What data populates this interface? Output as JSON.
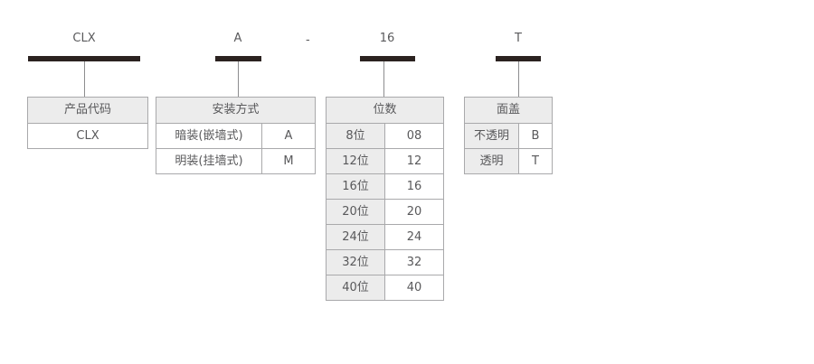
{
  "diagram": {
    "kind": "product-code-breakdown",
    "example_code": "CLX A - 16 T",
    "colors": {
      "bar": "#2b2220",
      "stem": "#8d8d8f",
      "table_border": "#a9a9ab",
      "header_fill": "#ececec",
      "cell_fill": "#ececec",
      "text": "#59595b",
      "background": "#ffffff"
    },
    "separator": "-",
    "segments": [
      {
        "id": "product-code",
        "code": "CLX",
        "header": "产品代码",
        "single_column": true,
        "rows": [
          {
            "name": "CLX"
          }
        ]
      },
      {
        "id": "mounting-type",
        "code": "A",
        "header": "安装方式",
        "single_column": false,
        "rows": [
          {
            "name": "暗装(嵌墙式)",
            "value": "A"
          },
          {
            "name": "明装(挂墙式)",
            "value": "M"
          }
        ]
      },
      {
        "id": "way-count",
        "code": "16",
        "header": "位数",
        "single_column": false,
        "rows": [
          {
            "name": "8位",
            "value": "08"
          },
          {
            "name": "12位",
            "value": "12"
          },
          {
            "name": "16位",
            "value": "16"
          },
          {
            "name": "20位",
            "value": "20"
          },
          {
            "name": "24位",
            "value": "24"
          },
          {
            "name": "32位",
            "value": "32"
          },
          {
            "name": "40位",
            "value": "40"
          }
        ]
      },
      {
        "id": "cover-type",
        "code": "T",
        "header": "面盖",
        "single_column": false,
        "rows": [
          {
            "name": "不透明",
            "value": "B"
          },
          {
            "name": "透明",
            "value": "T"
          }
        ]
      }
    ]
  }
}
